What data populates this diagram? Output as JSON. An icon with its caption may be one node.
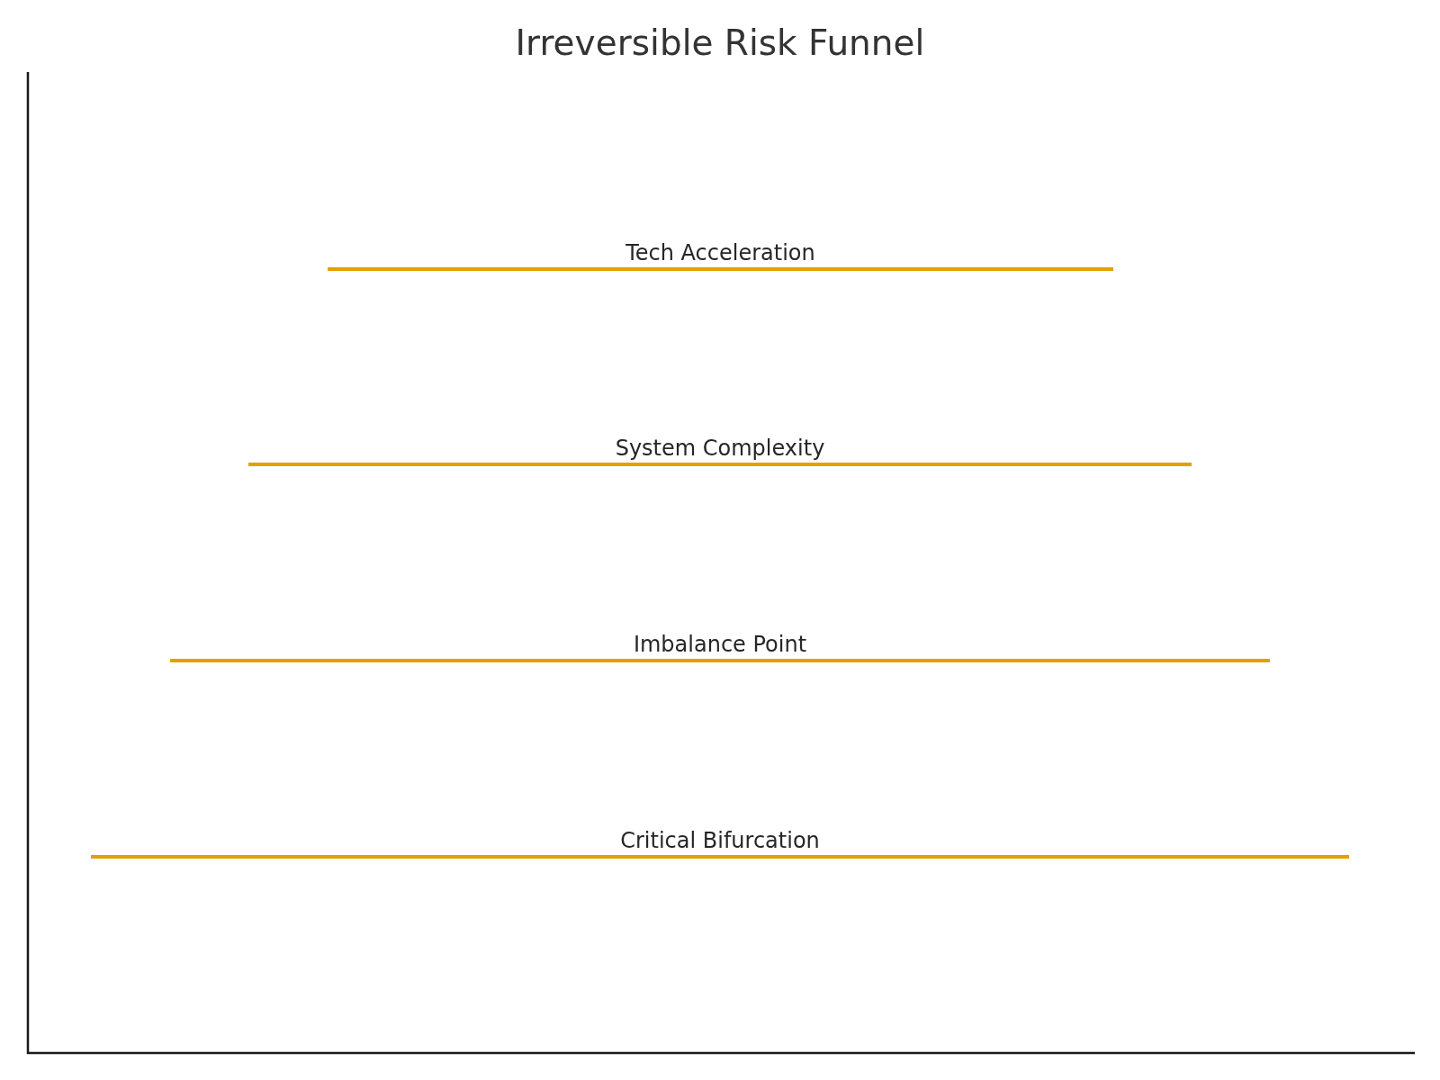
{
  "diagram": {
    "title": "Irreversible Risk Funnel",
    "nodes": [
      {
        "text": [
          "Tech Acceleration"
        ]
      },
      {
        "text": [
          "System Complexity"
        ]
      },
      {
        "text": [
          "Imbalance Point"
        ]
      },
      {
        "text": [
          "Critical Bifurcation"
        ]
      }
    ]
  }
}
